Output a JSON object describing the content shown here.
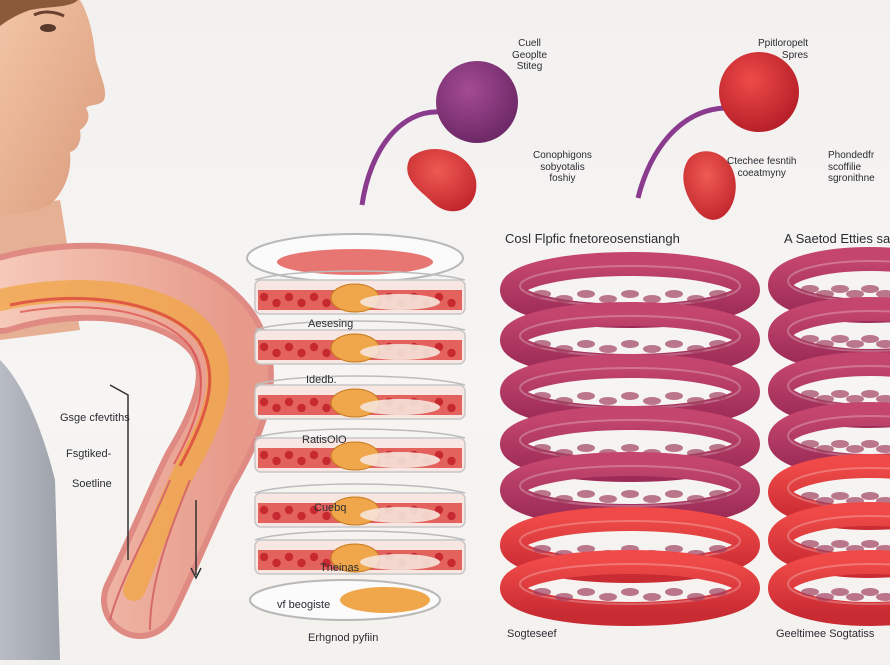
{
  "top_labels": {
    "cell": [
      "Cuell",
      "Geoplte",
      "Stiteg"
    ],
    "pylorus": [
      "Ppitloropelt",
      "Spres"
    ],
    "left_mid": [
      "Conophigons",
      "sobyotalis",
      "foshiy"
    ],
    "center_mid": [
      "Ctechee fesntih",
      "coeatmyny"
    ],
    "right_mid": [
      "Phondedfr",
      "scoffilie",
      "sgronithne"
    ]
  },
  "section_titles": {
    "middle": "Cosl Flpfic fnetoreosenstiangh",
    "right": "A Saetod Etties sa"
  },
  "tube_labels": [
    "Gsge cfevtiths",
    "Fsgtiked-",
    "Soetline"
  ],
  "stack_labels": [
    "Aesesing",
    "Idedb.",
    "RatisOlO",
    "Cuebq",
    "Tneinas",
    "vf beogiste"
  ],
  "bottom_labels": {
    "left": "Erhgnod pyfiin",
    "middle": "Sogteseef",
    "right": "Geeltimee Sogtatiss"
  },
  "colors": {
    "magenta": "#b83a6e",
    "red": "#d8373b",
    "purple": "#7a3a8a",
    "tissue_red": "#e04a45",
    "fat_yellow": "#f0a64a"
  }
}
